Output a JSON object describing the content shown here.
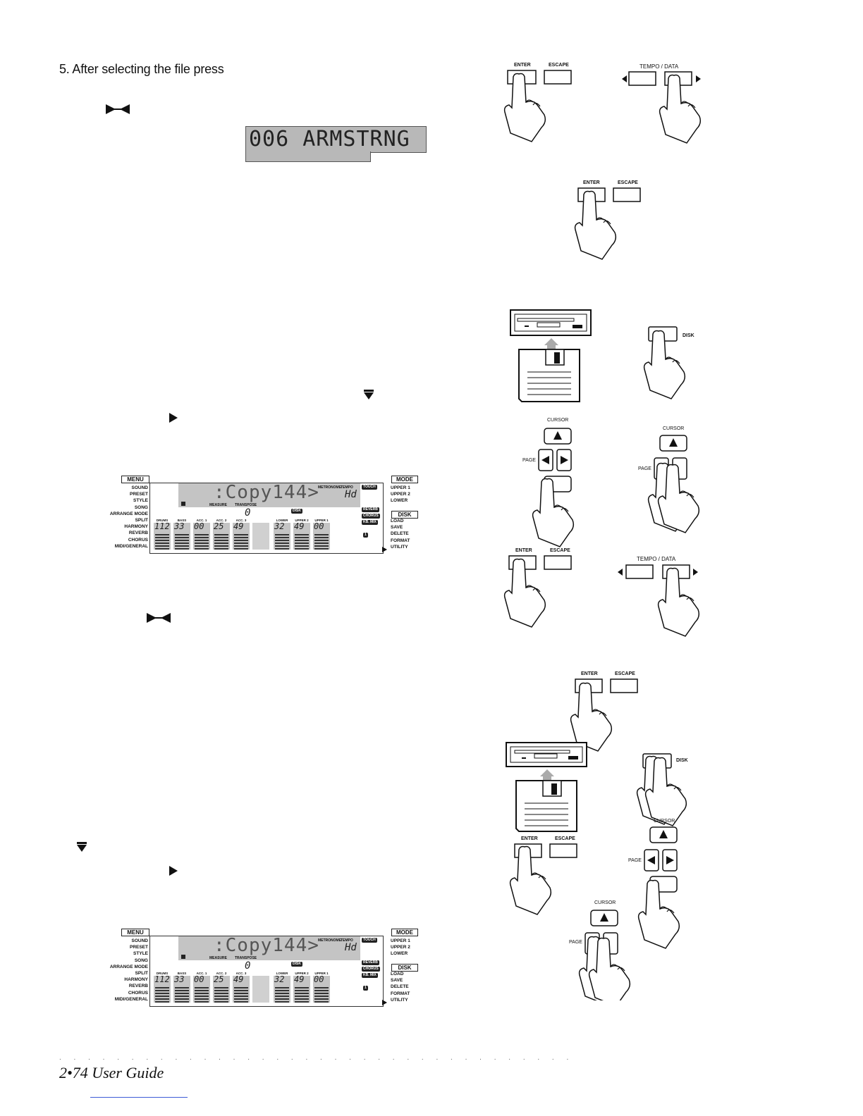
{
  "step5": {
    "text": "5.  After selecting the file press"
  },
  "symbols": {
    "left_right": "▶◀",
    "down": "▼",
    "right": "▶"
  },
  "lcd_small": {
    "text": "006 ARMSTRNG"
  },
  "lcd_panel": {
    "menu_label": "MENU",
    "mode_label": "MODE",
    "disk_label": "DISK",
    "menu_items": [
      "SOUND",
      "PRESET",
      "STYLE",
      "SONG",
      "ARRANGE MODE",
      "SPLIT",
      "HARMONY",
      "REVERB",
      "CHORUS",
      "MIDI/GENERAL"
    ],
    "mode_items": [
      "UPPER 1",
      "UPPER 2",
      "LOWER"
    ],
    "disk_items": [
      "LOAD",
      "SAVE",
      "DELETE",
      "FORMAT",
      "UTILITY"
    ],
    "display_text": ":Copy144>",
    "metronome": "METRONOME",
    "tempo": "TEMPO",
    "tempo_value": "Hd",
    "measure": "MEASURE",
    "transpose": "TRANSPOSE",
    "transpose_value": "0",
    "touch": "TOUCH",
    "reverb": "REVERB",
    "chorus": "CHORUS",
    "kbd_mix": "KB. MIX",
    "disk_badge": "DISK",
    "one": "1",
    "channels": [
      {
        "label": "DRUMS",
        "value": "112"
      },
      {
        "label": "BASS",
        "value": "33"
      },
      {
        "label": "ACC. 1",
        "value": "00"
      },
      {
        "label": "ACC. 2",
        "value": "25"
      },
      {
        "label": "ACC. 3",
        "value": "49"
      },
      {
        "label": "",
        "value": ""
      },
      {
        "label": "LOWER",
        "value": "32"
      },
      {
        "label": "UPPER 2",
        "value": "49"
      },
      {
        "label": "UPPER 1",
        "value": "00"
      }
    ]
  },
  "buttons": {
    "enter": "ENTER",
    "escape": "ESCAPE",
    "tempo_data": "TEMPO / DATA",
    "cursor": "CURSOR",
    "page": "PAGE",
    "disk": "DISK"
  },
  "footer": {
    "dots": ". . . . . . . . . . . . . . . . . . . . . . . . . . . . . . . . . . . . . . . . . . . . . . . . . . . . . .",
    "page_title": "2•74   User Guide"
  }
}
